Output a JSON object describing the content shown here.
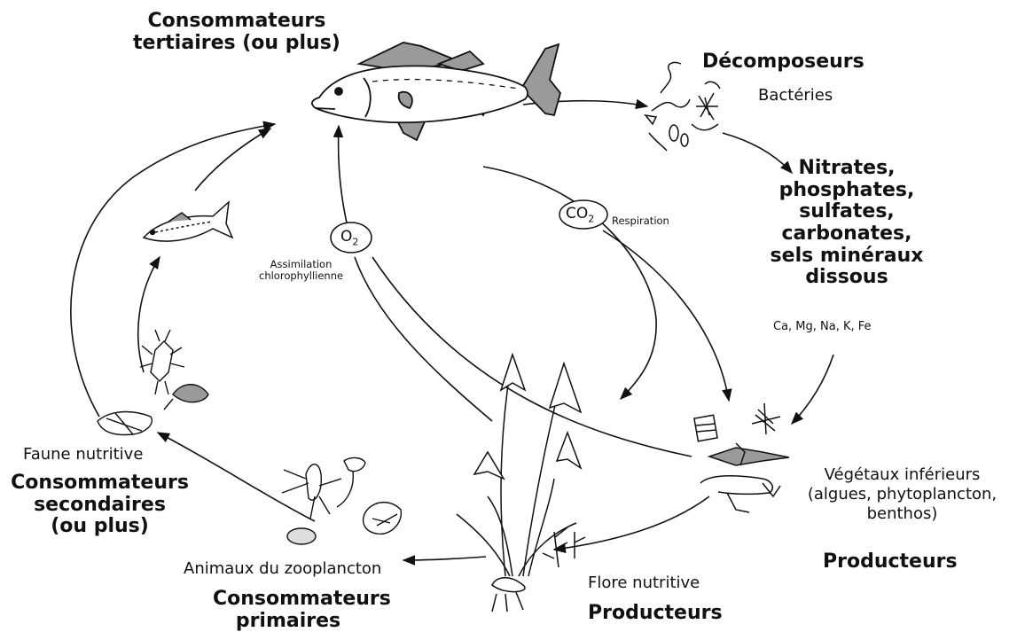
{
  "labels": {
    "tertiary_consumers": [
      "Consommateurs",
      "tertiaires (ou plus)"
    ],
    "decomposers_title": "Décomposeurs",
    "decomposers_sub": "Bactéries",
    "minerals": [
      "Nitrates,",
      "phosphates,",
      "sulfates,",
      "carbonates,",
      "sels minéraux",
      "dissous"
    ],
    "minerals_ions": "Ca, Mg, Na, K, Fe",
    "co2": "CO",
    "co2_sub": "2",
    "respiration": "Respiration",
    "o2": "O",
    "o2_sub": "2",
    "assimilation": [
      "Assimilation",
      "chlorophyllienne"
    ],
    "lower_plants": [
      "Végétaux inférieurs",
      "(algues, phytoplancton,",
      "benthos)"
    ],
    "lower_plants_role": "Producteurs",
    "flora": "Flore nutritive",
    "flora_role": "Producteurs",
    "zooplankton": "Animaux du zooplancton",
    "primary_consumers": [
      "Consommateurs",
      "primaires"
    ],
    "fauna": "Faune nutritive",
    "secondary_consumers": [
      "Consommateurs",
      "secondaires",
      "(ou plus)"
    ]
  }
}
